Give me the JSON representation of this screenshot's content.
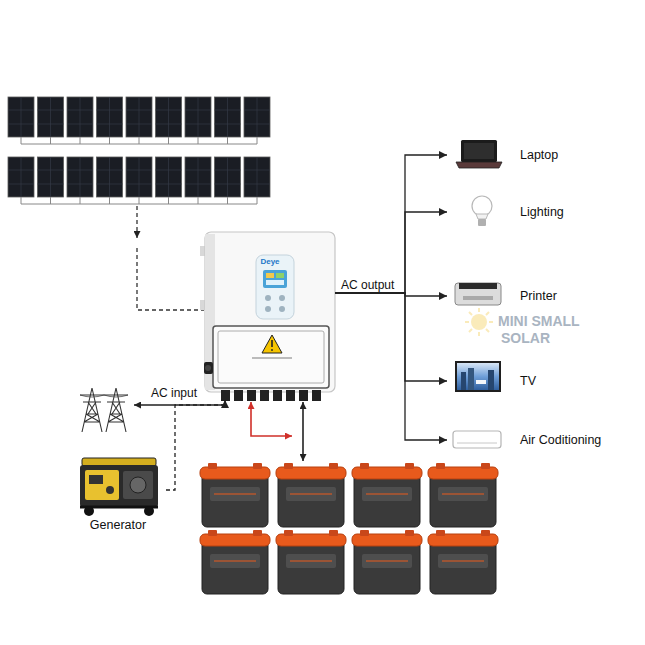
{
  "diagram": {
    "nodes": [
      {
        "text": [
          "Laptop"
        ]
      },
      {
        "text": [
          "Lighting"
        ]
      },
      {
        "text": [
          "Deye"
        ]
      },
      {
        "text": [
          "Printer"
        ]
      },
      {
        "text": [
          "TV"
        ]
      },
      {
        "text": [
          "Air Coditioning"
        ]
      },
      {
        "text": [
          "Generator"
        ]
      }
    ],
    "edges": [
      {
        "from": 2,
        "to": 0,
        "arrow": "to"
      },
      {
        "from": 2,
        "to": 1,
        "arrow": "to"
      },
      {
        "from": 2,
        "to": 3,
        "arrow": "to"
      },
      {
        "from": 2,
        "to": 4,
        "arrow": "to"
      },
      {
        "from": 2,
        "to": 5,
        "arrow": "to"
      },
      {
        "from": 6,
        "to": 2,
        "arrow": "to"
      }
    ],
    "labels": [
      "AC output",
      "AC input",
      "MINI SMALL",
      "SOLAR"
    ]
  }
}
